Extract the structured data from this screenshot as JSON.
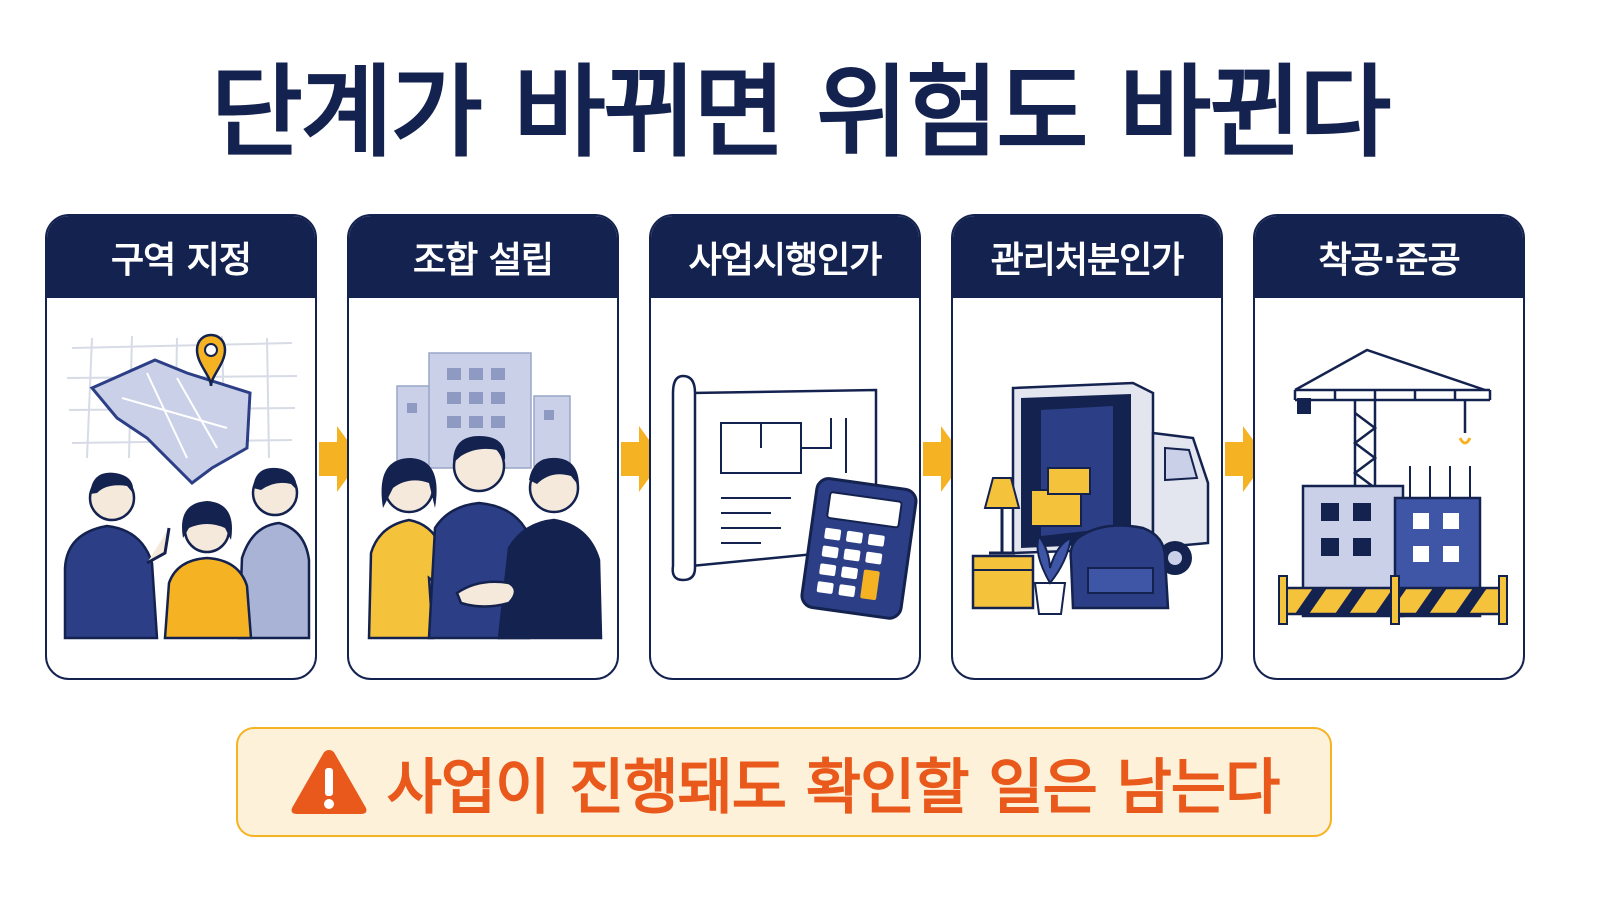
{
  "title": "단계가 바뀌면 위험도 바뀐다",
  "steps": [
    {
      "label": "구역 지정",
      "icon": "map-pin-people-icon"
    },
    {
      "label": "조합 설립",
      "icon": "handshake-people-icon"
    },
    {
      "label": "사업시행인가",
      "icon": "blueprint-calculator-icon"
    },
    {
      "label": "관리처분인가",
      "icon": "moving-truck-icon"
    },
    {
      "label": "착공·준공",
      "icon": "construction-crane-icon"
    }
  ],
  "warning": {
    "text": "사업이 진행돼도 확인할 일은 남는다",
    "icon": "warning-triangle-icon"
  },
  "colors": {
    "navy": "#14224f",
    "accent": "#f5b324",
    "warning_text": "#e8591b",
    "warning_bg": "#fdf1d9"
  }
}
